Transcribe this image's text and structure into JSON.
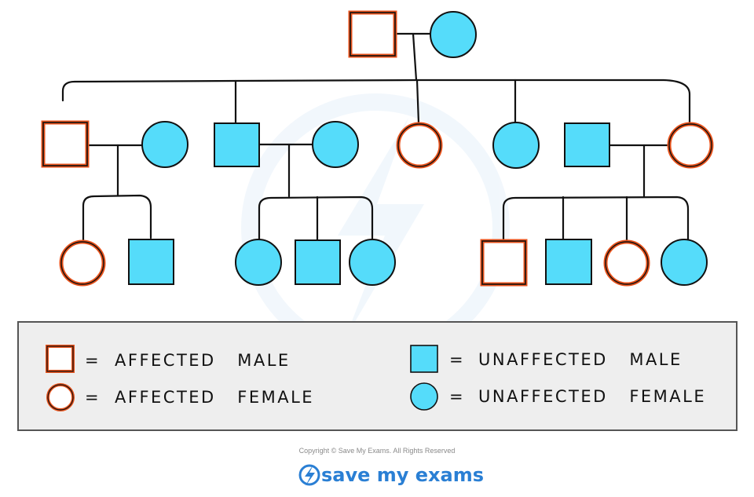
{
  "colors": {
    "affected": "#e8521b",
    "unaffected": "#55dcfa",
    "line": "#111111",
    "legend_bg": "#eeeeee",
    "brand": "#2a7fd4"
  },
  "legend": {
    "affected_male": "AFFECTED   MALE",
    "affected_female": "AFFECTED   FEMALE",
    "unaffected_male": "UNAFFECTED   MALE",
    "unaffected_female": "UNAFFECTED   FEMALE",
    "equals": "="
  },
  "footer": {
    "copyright": "Copyright © Save My Exams. All Rights Reserved",
    "brand": "save my exams"
  },
  "pedigree": {
    "generation_1": [
      {
        "sex": "male",
        "status": "affected"
      },
      {
        "sex": "female",
        "status": "unaffected"
      }
    ],
    "generation_2": [
      {
        "sex": "male",
        "status": "affected"
      },
      {
        "sex": "female",
        "status": "unaffected"
      },
      {
        "sex": "male",
        "status": "unaffected"
      },
      {
        "sex": "female",
        "status": "unaffected"
      },
      {
        "sex": "female",
        "status": "affected"
      },
      {
        "sex": "female",
        "status": "unaffected"
      },
      {
        "sex": "male",
        "status": "unaffected"
      },
      {
        "sex": "female",
        "status": "affected"
      }
    ],
    "generation_3": [
      {
        "sex": "female",
        "status": "affected"
      },
      {
        "sex": "male",
        "status": "unaffected"
      },
      {
        "sex": "female",
        "status": "unaffected"
      },
      {
        "sex": "male",
        "status": "unaffected"
      },
      {
        "sex": "female",
        "status": "unaffected"
      },
      {
        "sex": "male",
        "status": "affected"
      },
      {
        "sex": "male",
        "status": "unaffected"
      },
      {
        "sex": "female",
        "status": "affected"
      },
      {
        "sex": "female",
        "status": "unaffected"
      }
    ]
  }
}
